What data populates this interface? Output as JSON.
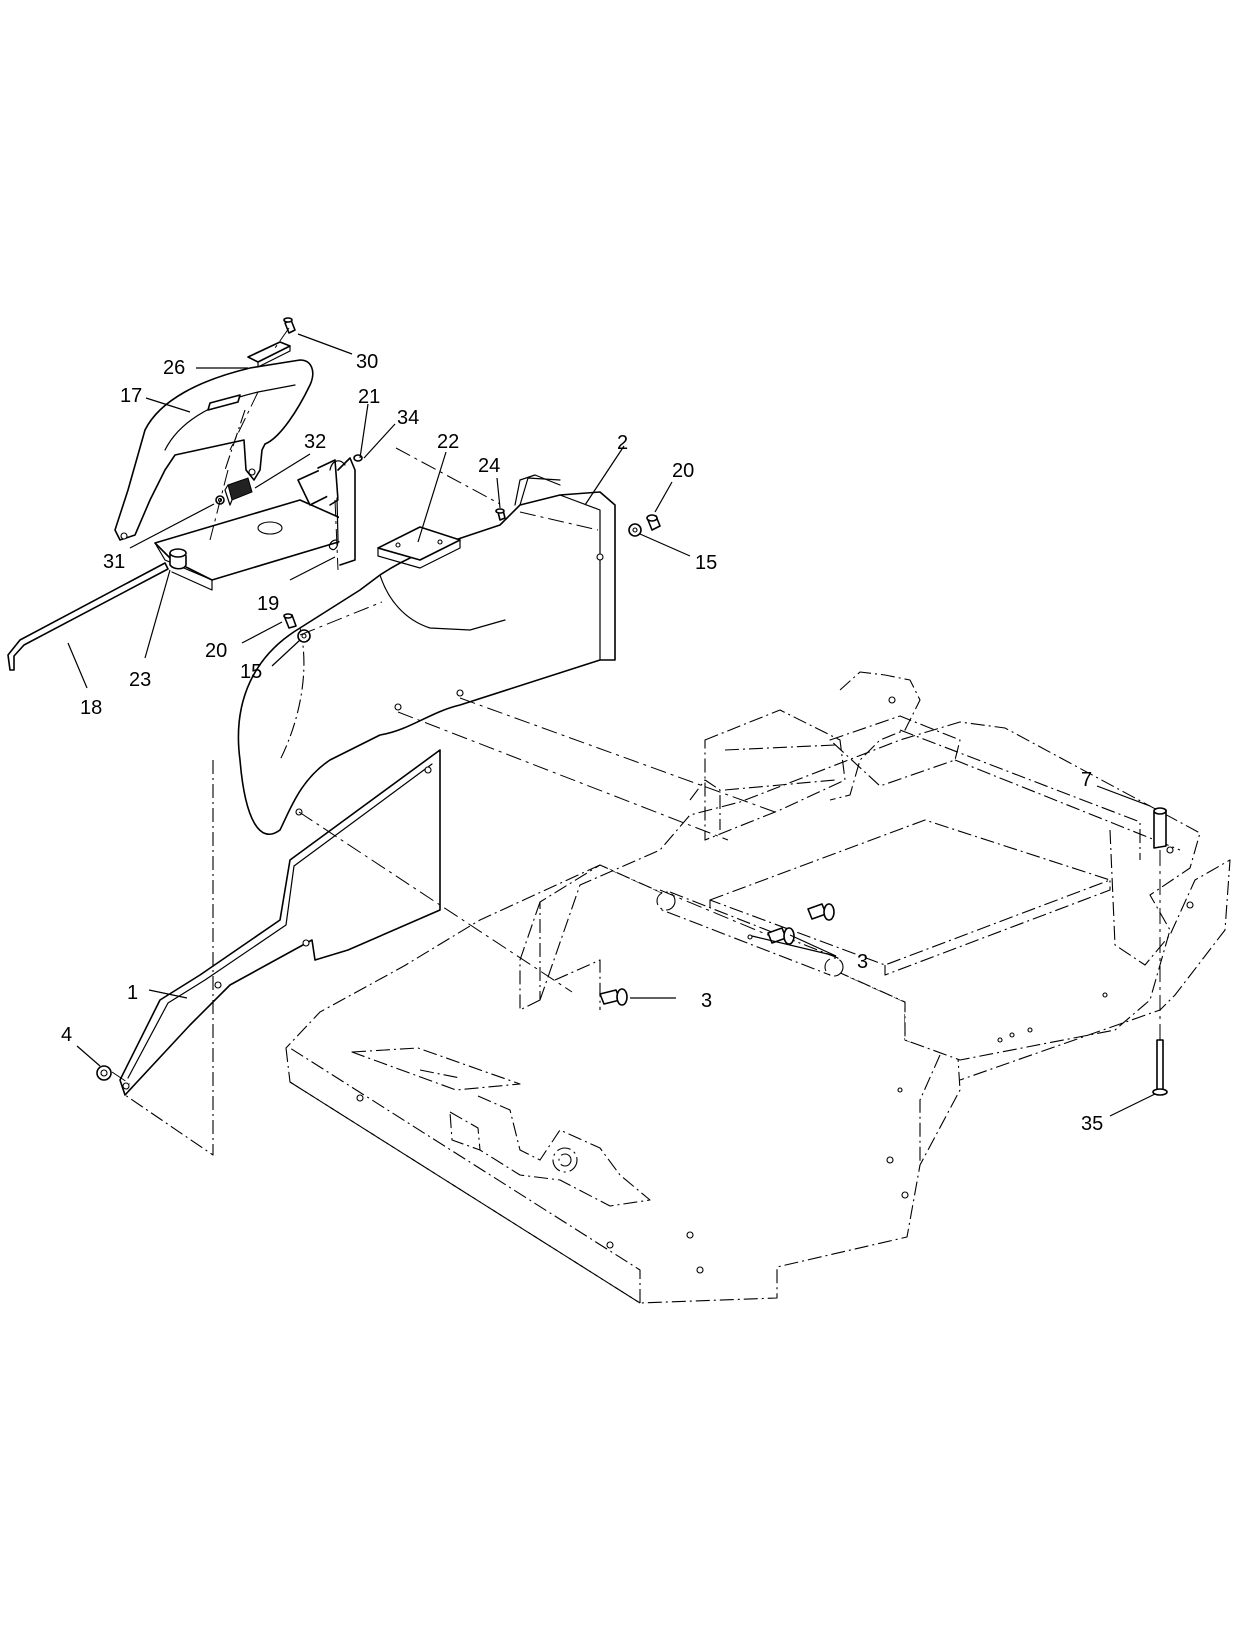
{
  "callouts": [
    {
      "id": "c1",
      "label": "1"
    },
    {
      "id": "c2",
      "label": "2"
    },
    {
      "id": "c3a",
      "label": "3"
    },
    {
      "id": "c3b",
      "label": "3"
    },
    {
      "id": "c4",
      "label": "4"
    },
    {
      "id": "c7",
      "label": "7"
    },
    {
      "id": "c15a",
      "label": "15"
    },
    {
      "id": "c15b",
      "label": "15"
    },
    {
      "id": "c17",
      "label": "17"
    },
    {
      "id": "c18",
      "label": "18"
    },
    {
      "id": "c19",
      "label": "19"
    },
    {
      "id": "c20a",
      "label": "20"
    },
    {
      "id": "c20b",
      "label": "20"
    },
    {
      "id": "c21",
      "label": "21"
    },
    {
      "id": "c22",
      "label": "22"
    },
    {
      "id": "c23",
      "label": "23"
    },
    {
      "id": "c24",
      "label": "24"
    },
    {
      "id": "c26",
      "label": "26"
    },
    {
      "id": "c30",
      "label": "30"
    },
    {
      "id": "c31",
      "label": "31"
    },
    {
      "id": "c32",
      "label": "32"
    },
    {
      "id": "c34",
      "label": "34"
    },
    {
      "id": "c35",
      "label": "35"
    }
  ]
}
